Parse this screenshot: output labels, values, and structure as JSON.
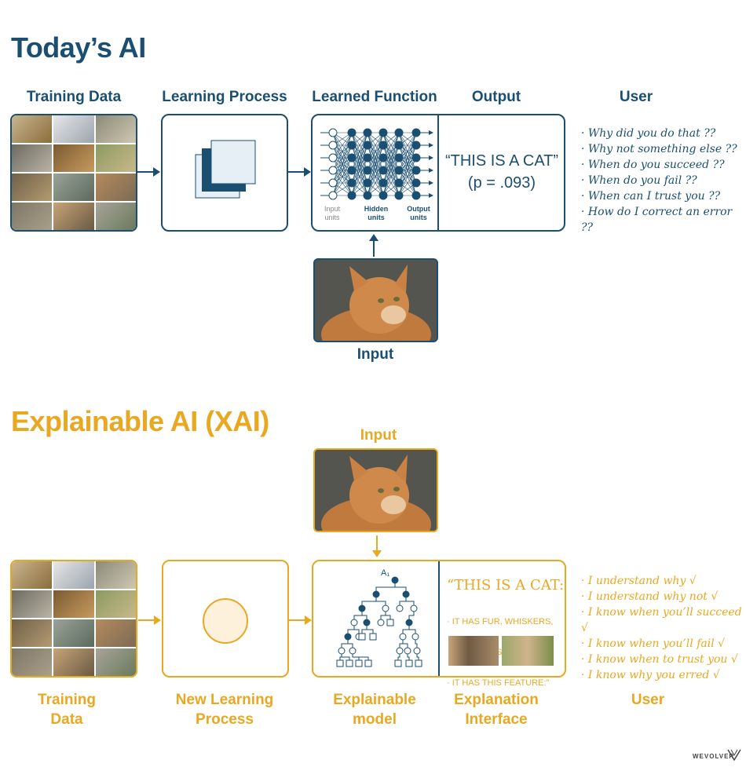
{
  "today": {
    "title": "Today’s AI",
    "headers": {
      "training": "Training Data",
      "learning": "Learning Process",
      "function": "Learned Function",
      "output": "Output",
      "user": "User",
      "input": "Input"
    },
    "output_line1": "“THIS IS A CAT”",
    "output_line2": "(p = .093)",
    "nn_labels": {
      "input": [
        "Input",
        "units"
      ],
      "hidden": [
        "Hidden",
        "units"
      ],
      "output": [
        "Output",
        "units"
      ]
    },
    "questions": [
      "· Why did you do that ??",
      "· Why not something else ??",
      "· When do you succeed ??",
      "· When do you fail ??",
      "· When can I trust you ??",
      "· How do I correct an error ??"
    ]
  },
  "xai": {
    "title": "Explainable AI (XAI)",
    "input_label": "Input",
    "labels": {
      "training": [
        "Training",
        "Data"
      ],
      "learning": [
        "New Learning",
        "Process"
      ],
      "model": [
        "Explainable",
        "model"
      ],
      "interface": [
        "Explanation",
        "Interface"
      ],
      "user": "User"
    },
    "tree_root": "A₁",
    "explanation_title": "“THIS IS A CAT:",
    "explanation_bullets": [
      "· IT HAS FUR, WHISKERS,",
      "  AND CLAWS.",
      "· IT HAS THIS FEATURE:”"
    ],
    "answers": [
      "· I understand why √",
      "· I understand why not √",
      "· I know when you’ll succeed √",
      "· I know when you’ll fail √",
      "· I know when to trust you √",
      "· I know why you erred √"
    ]
  },
  "brand": "WEVOLVER",
  "colors": {
    "blue": "#1b4f72",
    "gold": "#e8a821"
  },
  "icons": [
    "arrow-right-icon",
    "arrow-up-icon",
    "arrow-down-icon",
    "neural-network-icon",
    "decision-tree-icon",
    "wevolver-logo-icon"
  ]
}
